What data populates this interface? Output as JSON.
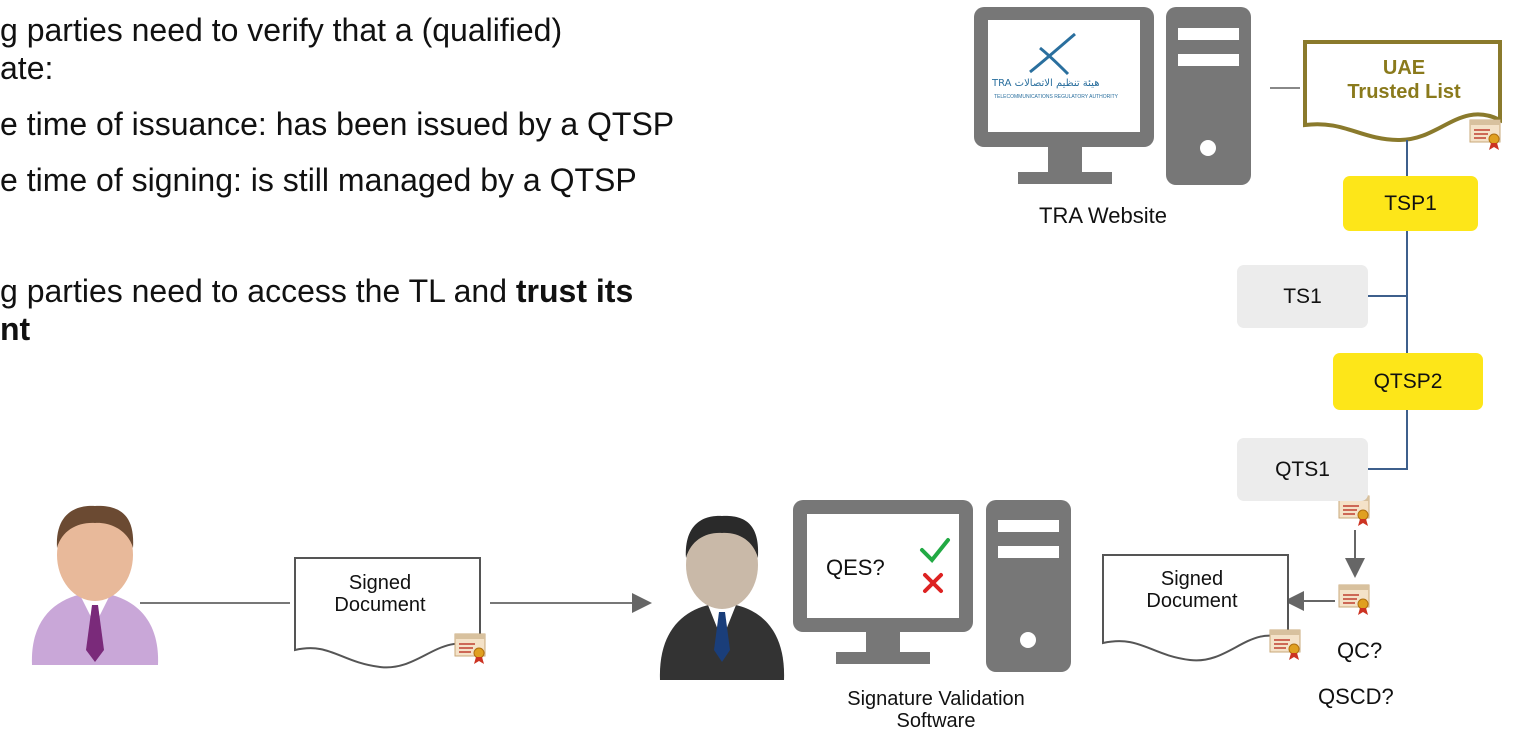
{
  "text": {
    "line1": "g parties need to verify that a (qualified)",
    "line2": "ate:",
    "line3": "e time of issuance: has been issued by a QTSP",
    "line4": "e time of signing: is still managed by a QTSP",
    "line5_normal": "g parties need to access the TL and ",
    "line5_bold": "trust its",
    "line6_bold": "nt"
  },
  "labels": {
    "tra_website": "TRA Website",
    "trusted_list_line1": "UAE",
    "trusted_list_line2": "Trusted List",
    "tsp1": "TSP1",
    "ts1": "TS1",
    "qtsp2": "QTSP2",
    "qts1": "QTS1",
    "signed_doc_line1": "Signed",
    "signed_doc_line2": "Document",
    "qes": "QES?",
    "sig_validation_line1": "Signature Validation",
    "sig_validation_line2": "Software",
    "qc": "QC?",
    "qscd": "QSCD?",
    "tra_logo_text": "TRA هيئة تنظيم الاتصالات",
    "tra_logo_sub": "TELECOMMUNICATIONS REGULATORY AUTHORITY"
  },
  "colors": {
    "monitor": "#777777",
    "trusted_list_border": "#8a7a2c",
    "trusted_list_text": "#8a7a1c",
    "yellow_box": "#fde619",
    "grey_box": "#ececec",
    "connector": "#3d5f8c",
    "check": "#22aa44",
    "cross": "#dd2222"
  }
}
